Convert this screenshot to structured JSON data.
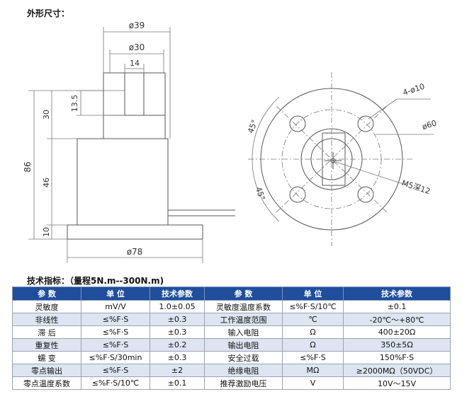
{
  "headings": {
    "dimensions": "外形尺寸：",
    "specs": "技术指标：（量程5N.m--300N.m)"
  },
  "drawing": {
    "side_dims": {
      "d39": "ø39",
      "d30": "ø30",
      "w14": "14",
      "h13_5": "13.5",
      "h30": "30",
      "h86": "86",
      "h46": "46",
      "h10": "10",
      "d78": "ø78"
    },
    "top_dims": {
      "holes": "4-ø10",
      "pcd": "ø60",
      "angle_upper": "45°",
      "angle_lower": "45°",
      "thread": "M5深12"
    }
  },
  "table": {
    "headers": [
      "参 数",
      "单 位",
      "技术参数",
      "参 数",
      "单 位",
      "技术参数"
    ],
    "rows": [
      [
        "灵敏度",
        "mV/V",
        "1.0±0.05",
        "灵敏度温度系数",
        "≤%F·S/10℃",
        "±0.1"
      ],
      [
        "非线性",
        "≤%F·S",
        "±0.3",
        "工作温度范围",
        "℃",
        "-20℃～+80℃"
      ],
      [
        "滞 后",
        "≤%F·S",
        "±0.3",
        "输入电阻",
        "Ω",
        "400±20Ω"
      ],
      [
        "重复性",
        "≤%F·S",
        "±0.2",
        "输出电阻",
        "Ω",
        "350±5Ω"
      ],
      [
        "蠕 变",
        "≤%F·S/30min",
        "±0.3",
        "安全过载",
        "≤%F·S",
        "150%F·S"
      ],
      [
        "零点输出",
        "≤%F·S",
        "±2",
        "绝缘电阻",
        "MΩ",
        "≥2000MΩ（50VDC）"
      ],
      [
        "零点温度系数",
        "≤%F·S/10℃",
        "±0.1",
        "推荐激励电压",
        "V",
        "10V～15V"
      ]
    ]
  }
}
